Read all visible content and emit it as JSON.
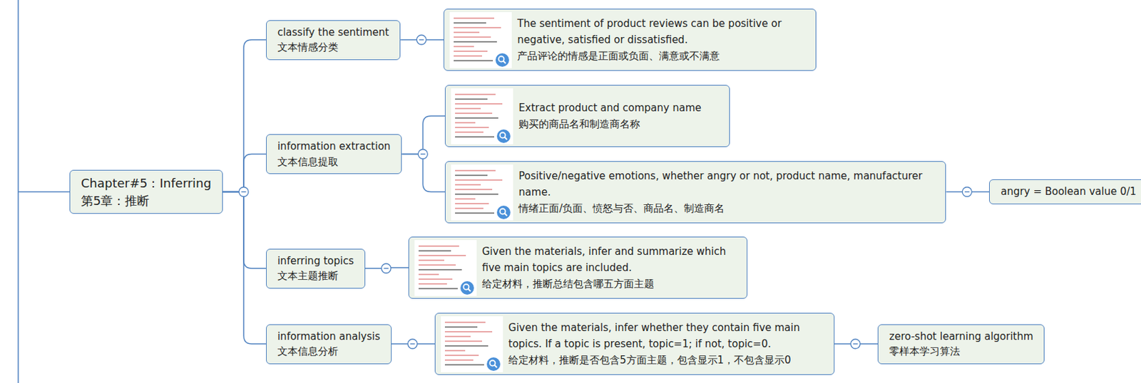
{
  "diagram": {
    "nodes": [
      {
        "text": [
          "Chapter#5：Inferring",
          "第5章：推断"
        ]
      },
      {
        "text": [
          "classify the sentiment",
          "文本情感分类"
        ]
      },
      {
        "text": [
          "The sentiment of product reviews can be positive or negative, satisfied or dissatisfied.",
          "产品评论的情感是正面或负面、满意或不满意"
        ]
      },
      {
        "text": [
          "information extraction",
          "文本信息提取"
        ]
      },
      {
        "text": [
          "Extract product and company name",
          "购买的商品名和制造商名称"
        ]
      },
      {
        "text": [
          "Positive/negative emotions, whether angry or not, product name, manufacturer name.",
          "情绪正面/负面、愤怒与否、商品名、制造商名"
        ]
      },
      {
        "text": [
          "angry = Boolean value 0/1"
        ]
      },
      {
        "text": [
          "inferring topics",
          "文本主题推断"
        ]
      },
      {
        "text": [
          "Given the materials, infer and summarize which five main topics are included.",
          "给定材料，推断总结包含哪五方面主题"
        ]
      },
      {
        "text": [
          "information analysis",
          "文本信息分析"
        ]
      },
      {
        "text": [
          "Given the materials, infer whether they contain five main topics. If a topic is present, topic=1; if not, topic=0.",
          "给定材料，推断是否包含5方面主题，包含显示1，不包含显示0"
        ]
      },
      {
        "text": [
          "zero-shot learning algorithm",
          "零样本学习算法"
        ]
      }
    ],
    "edges": [
      {
        "from": 0,
        "to": 1,
        "arrow": "none"
      },
      {
        "from": 0,
        "to": 3,
        "arrow": "none"
      },
      {
        "from": 0,
        "to": 7,
        "arrow": "none"
      },
      {
        "from": 0,
        "to": 9,
        "arrow": "none"
      },
      {
        "from": 1,
        "to": 2,
        "arrow": "none"
      },
      {
        "from": 3,
        "to": 4,
        "arrow": "none"
      },
      {
        "from": 3,
        "to": 5,
        "arrow": "none"
      },
      {
        "from": 5,
        "to": 6,
        "arrow": "none"
      },
      {
        "from": 7,
        "to": 8,
        "arrow": "none"
      },
      {
        "from": 9,
        "to": 10,
        "arrow": "none"
      },
      {
        "from": 10,
        "to": 11,
        "arrow": "none"
      }
    ]
  }
}
